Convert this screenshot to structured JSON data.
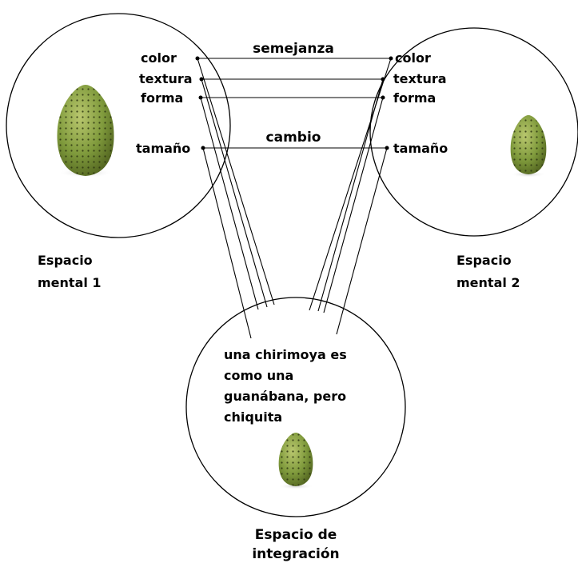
{
  "spaces": {
    "space1": {
      "label_line1": "Espacio",
      "label_line2": "mental 1",
      "attributes": {
        "color": "color",
        "texture": "textura",
        "shape": "forma",
        "size": "tamaño"
      }
    },
    "space2": {
      "label_line1": "Espacio",
      "label_line2": "mental 2",
      "attributes": {
        "color": "color",
        "texture": "textura",
        "shape": "forma",
        "size": "tamaño"
      }
    },
    "integration": {
      "label_line1": "Espacio de",
      "label_line2": "integración",
      "text_lines": [
        "una chirimoya es",
        "como una",
        "guanábana, pero",
        "chiquita"
      ]
    }
  },
  "relations": {
    "similarity": "semejanza",
    "change": "cambio"
  },
  "images": {
    "fruit_icon": "soursop-fruit"
  },
  "colors": {
    "fruit_body": "#7f9a3c",
    "fruit_dark": "#5a6d22",
    "spine": "#2c3510"
  }
}
